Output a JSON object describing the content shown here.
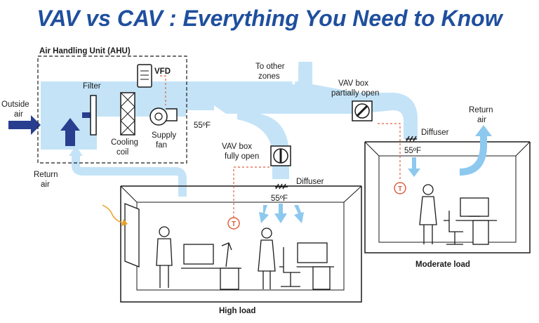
{
  "title": "VAV vs CAV : Everything You Need to Know",
  "colors": {
    "title": "#1f4f9e",
    "duct": "#c4e3f7",
    "arrow": "#8dc8ef",
    "outside_arrow": "#2a3e8f",
    "thermostat": "#e06040",
    "line": "#1a1a1a"
  },
  "labels": {
    "ahu": "Air Handling Unit (AHU)",
    "outside_air": [
      "Outside",
      "air"
    ],
    "return_air_left": [
      "Return",
      "air"
    ],
    "filter": "Filter",
    "vfd": "VFD",
    "cooling_coil": [
      "Cooling",
      "coil"
    ],
    "supply_fan": [
      "Supply",
      "fan"
    ],
    "supply_temp": "55ºF",
    "to_other_zones": [
      "To other",
      "zones"
    ],
    "vav_partial": [
      "VAV box",
      "partially open"
    ],
    "vav_full": [
      "VAV box",
      "fully open"
    ],
    "diffuser_right": "Diffuser",
    "diffuser_left": "Diffuser",
    "temp_right": "55ºF",
    "temp_left": "55ºF",
    "return_air_right": [
      "Return",
      "air"
    ],
    "thermostat_symbol": "T",
    "room_high": "High load",
    "room_moderate": "Moderate load"
  }
}
